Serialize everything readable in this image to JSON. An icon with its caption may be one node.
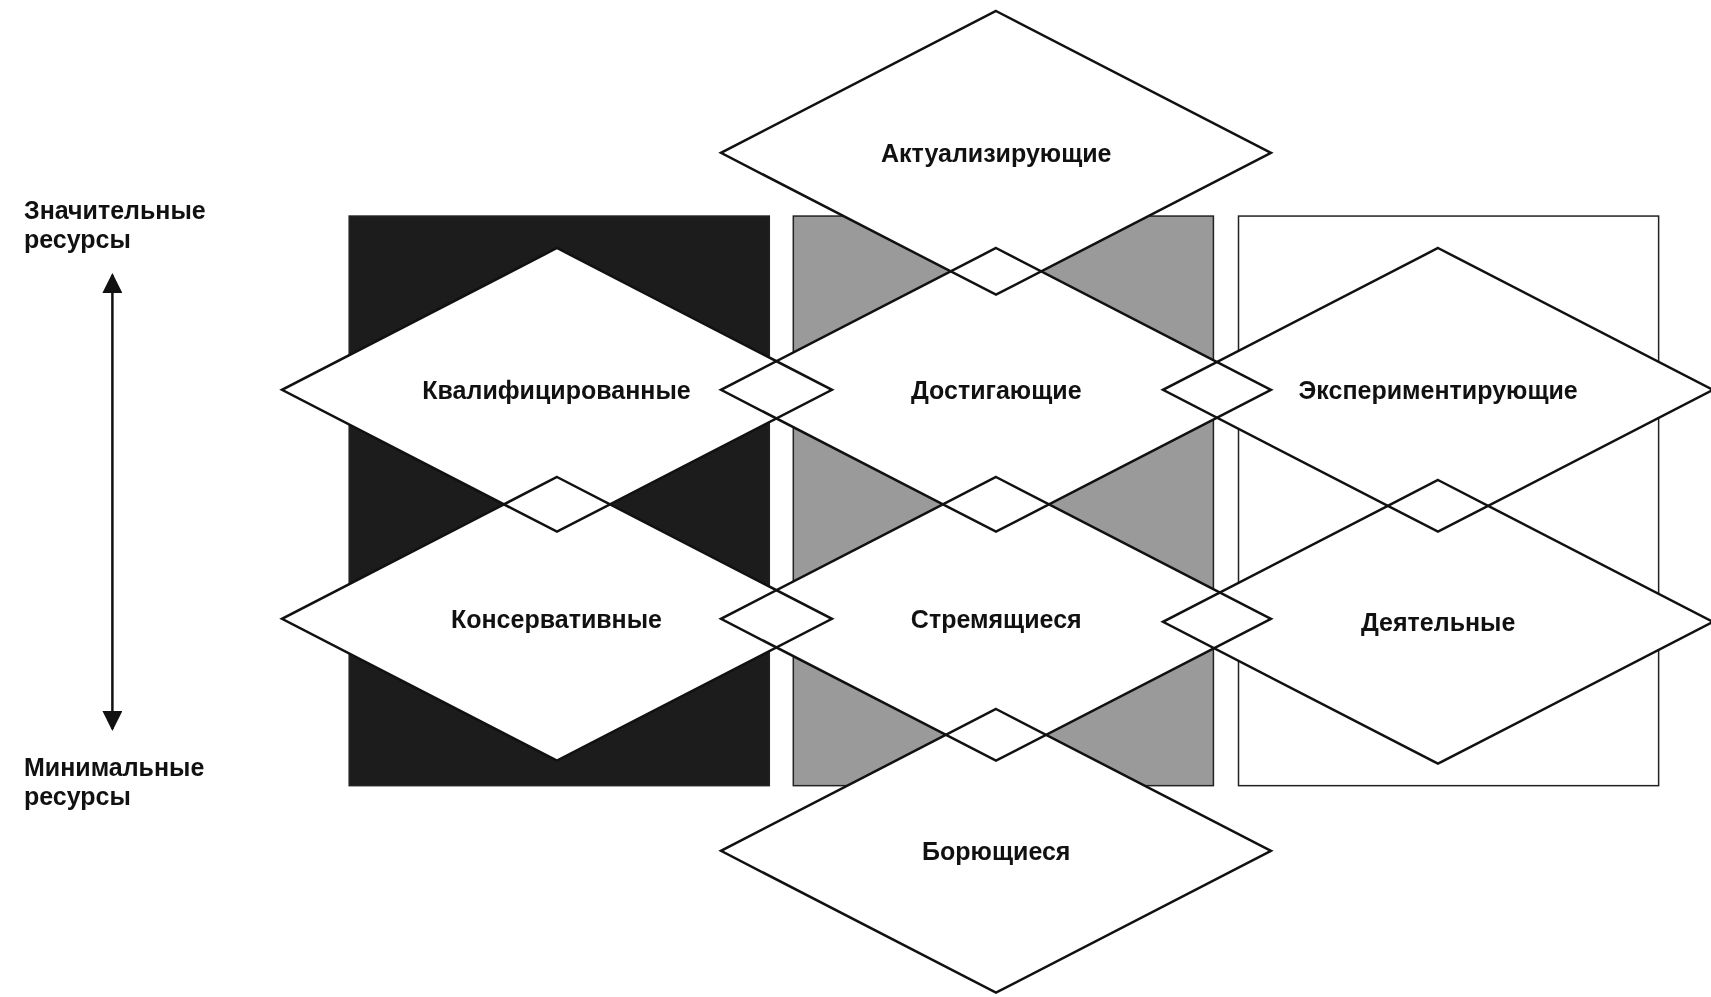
{
  "diagram": {
    "nodes": [
      {
        "text": [
          "Актуализирующие"
        ]
      },
      {
        "text": [
          "Квалифицированные"
        ]
      },
      {
        "text": [
          "Достигающие"
        ]
      },
      {
        "text": [
          "Экспериментирующие"
        ]
      },
      {
        "text": [
          "Консервативные"
        ]
      },
      {
        "text": [
          "Стремящиеся"
        ]
      },
      {
        "text": [
          "Деятельные"
        ]
      },
      {
        "text": [
          "Борющиеся"
        ]
      }
    ],
    "labels": [
      "Значительные ресурсы",
      "Минимальные ресурсы"
    ]
  }
}
